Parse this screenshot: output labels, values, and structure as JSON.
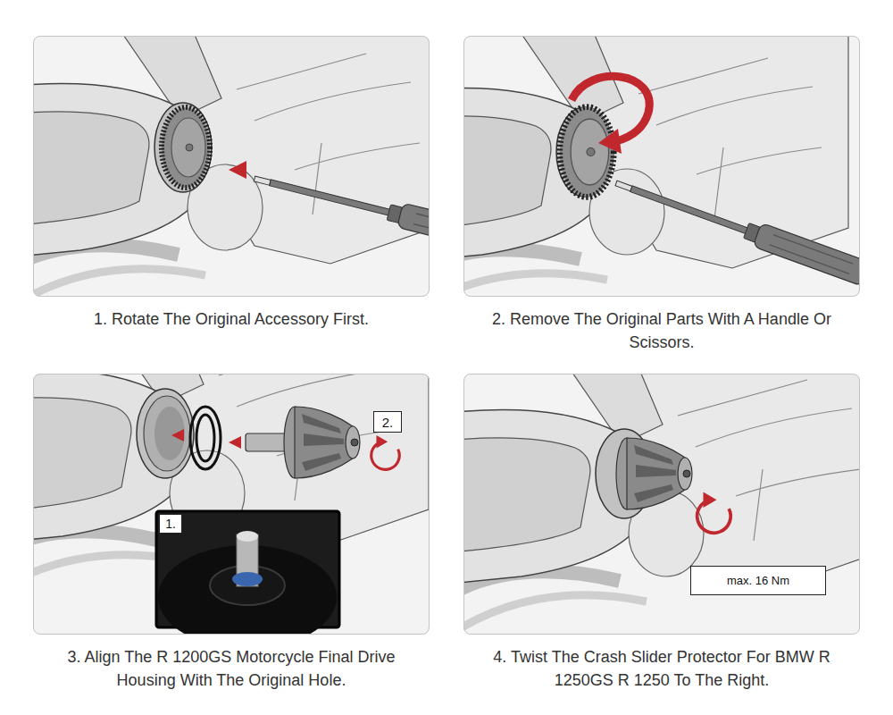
{
  "diagram": {
    "nodes": [
      {
        "text": [
          "1. Rotate The Original Accessory First."
        ]
      },
      {
        "text": [
          "2. Remove The Original Parts With A Handle Or Scissors."
        ]
      },
      {
        "text": [
          "3. Align The R 1200GS Motorcycle Final Drive Housing With The Original Hole."
        ]
      },
      {
        "text": [
          "2."
        ],
        "in": 2
      },
      {
        "text": [
          "1."
        ],
        "in": 2
      },
      {
        "text": [
          "4. Twist The Crash Slider Protector For BMW R 1250GS R 1250 To The Right."
        ]
      },
      {
        "text": [
          "max. 16 Nm"
        ],
        "in": 5
      }
    ]
  }
}
